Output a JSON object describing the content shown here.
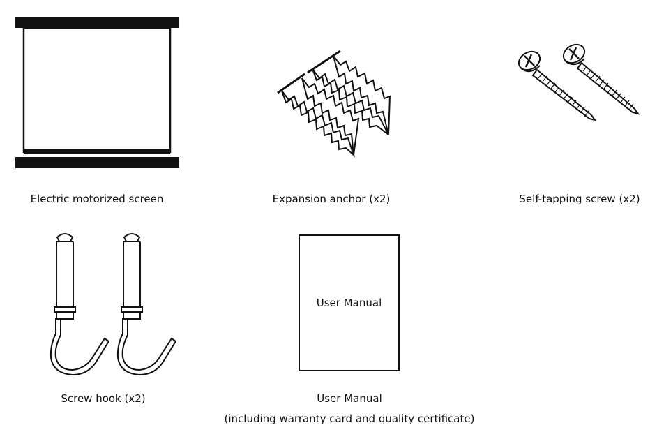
{
  "items": [
    {
      "label": "Electric motorized screen",
      "icon": "projector-screen-icon"
    },
    {
      "label": "Expansion anchor (x2)",
      "icon": "expansion-anchor-icon"
    },
    {
      "label": "Self-tapping screw (x2)",
      "icon": "self-tapping-screw-icon"
    },
    {
      "label": "Screw hook (x2)",
      "icon": "screw-hook-icon"
    },
    {
      "label": "User Manual",
      "sublabel": "(including warranty card and quality certificate)",
      "icon": "user-manual-icon",
      "cover_text": "User Manual"
    }
  ]
}
